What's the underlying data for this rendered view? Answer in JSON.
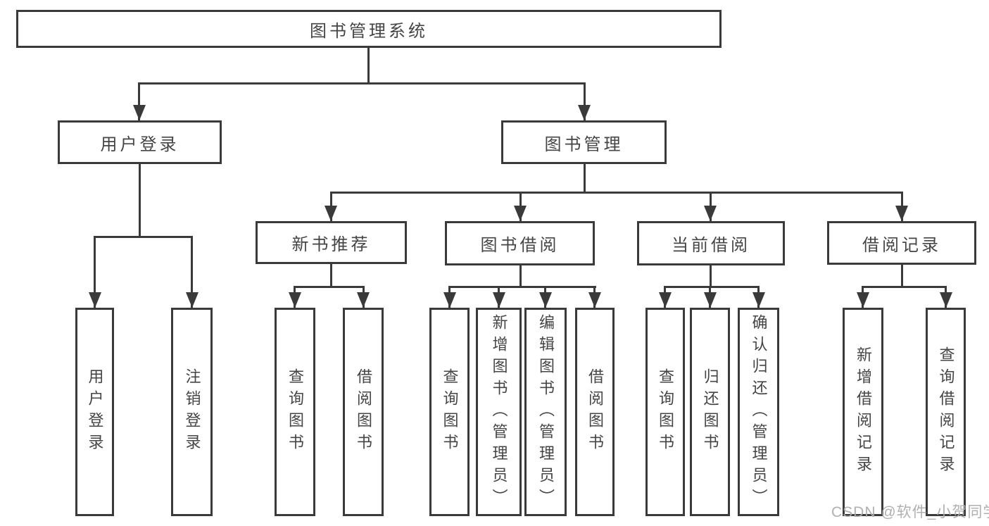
{
  "title": "图书管理系统",
  "tree": {
    "root": {
      "label": "图书管理系统"
    },
    "branches": [
      {
        "label": "用户登录",
        "children": [
          {
            "label": "用户登录"
          },
          {
            "label": "注销登录"
          }
        ]
      },
      {
        "label": "图书管理",
        "sections": [
          {
            "label": "新书推荐",
            "children": [
              {
                "label": "查询图书"
              },
              {
                "label": "借阅图书"
              }
            ]
          },
          {
            "label": "图书借阅",
            "children": [
              {
                "label": "查询图书"
              },
              {
                "label": "新增图书（管理员）"
              },
              {
                "label": "编辑图书（管理员）"
              },
              {
                "label": "借阅图书"
              }
            ]
          },
          {
            "label": "当前借阅",
            "children": [
              {
                "label": "查询图书"
              },
              {
                "label": "归还图书"
              },
              {
                "label": "确认归还（管理员）"
              }
            ]
          },
          {
            "label": "借阅记录",
            "children": [
              {
                "label": "新增借阅记录"
              },
              {
                "label": "查询借阅记录"
              }
            ]
          }
        ]
      }
    ]
  },
  "watermark": {
    "text": "CSDN @软件_小贺同学"
  },
  "colors": {
    "line": "#3a3a3a",
    "text": "#454545",
    "box_background": "#ffffff",
    "page_background": "#ffffff",
    "watermark": "#acacac"
  }
}
